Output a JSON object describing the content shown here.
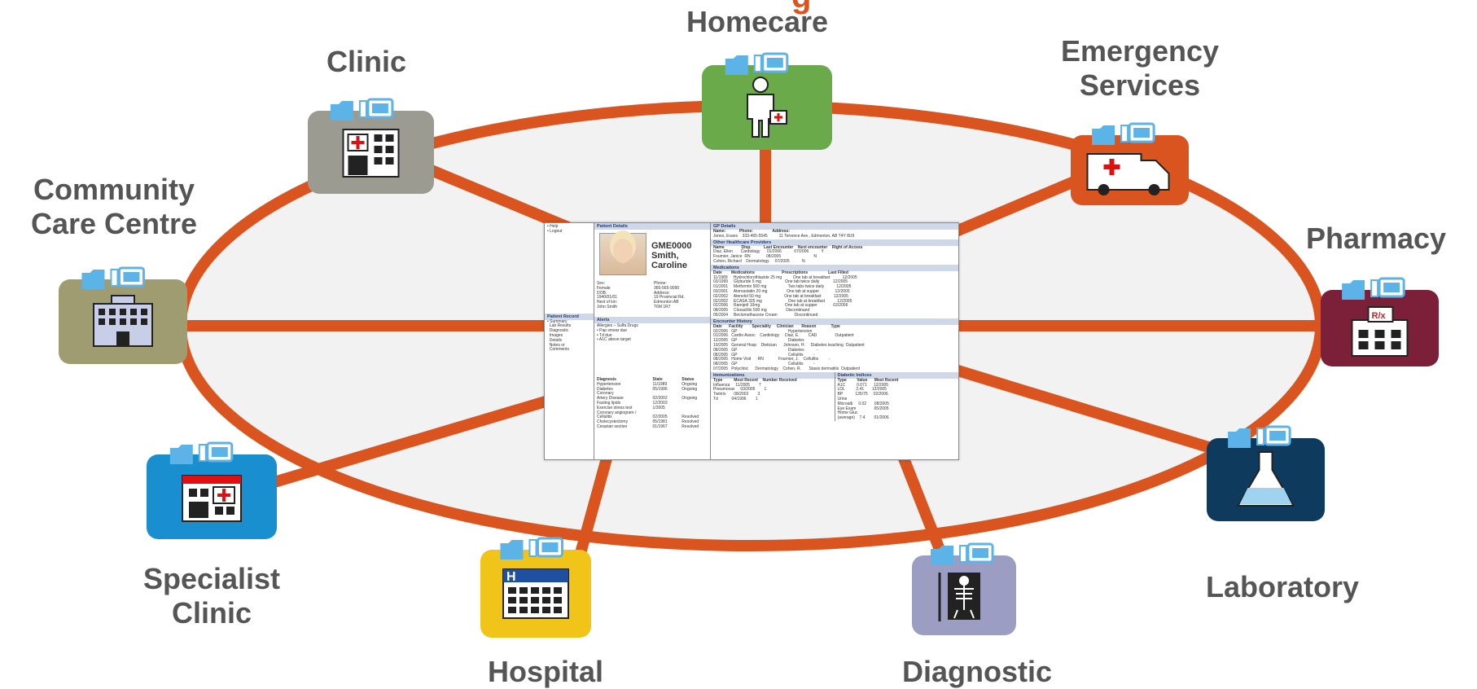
{
  "title_partial": "g",
  "nodes": [
    {
      "id": "homecare",
      "label": "Homecare",
      "color": "#6aaa4a",
      "icon": "homecare-nurse-icon"
    },
    {
      "id": "emergency",
      "label": "Emergency\nServices",
      "color": "#d9541e",
      "icon": "ambulance-icon"
    },
    {
      "id": "pharmacy",
      "label": "Pharmacy",
      "color": "#7b2038",
      "icon": "pharmacy-rx-icon"
    },
    {
      "id": "laboratory",
      "label": "Laboratory",
      "color": "#0e3a5e",
      "icon": "lab-flask-icon"
    },
    {
      "id": "diagnostic",
      "label": "Diagnostic",
      "color": "#9b9ec2",
      "icon": "xray-icon"
    },
    {
      "id": "hospital",
      "label": "Hospital",
      "color": "#f0c419",
      "icon": "hospital-building-icon"
    },
    {
      "id": "specialist",
      "label": "Specialist\nClinic",
      "color": "#1a8fd0",
      "icon": "specialist-clinic-icon"
    },
    {
      "id": "community",
      "label": "Community\nCare Centre",
      "color": "#a09c72",
      "icon": "community-centre-icon"
    },
    {
      "id": "clinic",
      "label": "Clinic",
      "color": "#9c9b92",
      "icon": "clinic-building-icon"
    }
  ],
  "colors": {
    "ring": "#d9541e",
    "ellipse_fill": "#f2f2f2",
    "folder": "#5bb3e8",
    "label": "#555555"
  },
  "ehr": {
    "nav_top": [
      "• Help",
      "• Logout"
    ],
    "patient_details_header": "Patient Details",
    "patient_id": "GME0000",
    "patient_name": "Smith,\nCaroline",
    "demographics": [
      "Sex:",
      "Female",
      "DOB:",
      "1940/01/01",
      "Next of kin:",
      "John Smith"
    ],
    "contact": [
      "Phone:",
      "365-565-9090",
      "Address:",
      "19 Provincial Rd.",
      "Edmonton AB",
      "T6M 1R7"
    ],
    "patient_record_header": "Patient Record",
    "record_nav": [
      "• Summary",
      "  Lab Results",
      "  Diagnostic",
      "  Images",
      "  Details",
      "  Notes or",
      "  Comments"
    ],
    "alerts_header": "Alerts",
    "alerts": [
      "Allergies – Sulfa Drugs",
      "• Pap smear due",
      "• Td due",
      "• A1C above target"
    ],
    "diagnosis_header": [
      "Diagnosis",
      "State",
      "Status"
    ],
    "diagnosis": [
      [
        "Hypertension",
        "11/1989",
        "Ongoing"
      ],
      [
        "Diabetes",
        "05/1996",
        "Ongoing"
      ],
      [
        "Coronary",
        "",
        ""
      ],
      [
        "Artery Disease",
        "02/2002",
        "Ongoing"
      ],
      [
        "Fasting lipids",
        "12/2003",
        ""
      ],
      [
        "Exercise stress test",
        "1/2005",
        ""
      ],
      [
        "Coronary angiogram /",
        "",
        ""
      ],
      [
        "Cellulitis",
        "02/2005",
        "Resolved"
      ],
      [
        "Cholecystectomy",
        "05/1981",
        "Resolved"
      ],
      [
        "Cesarian section",
        "01/1967",
        "Resolved"
      ]
    ],
    "gp_header": "GP Details",
    "gp": [
      "Name:            Phone:                 Address:",
      "Jones, Evans    333-465-5545          11 Terrence Ave., Edmonton, AB T4Y 8U9"
    ],
    "providers_header": "Other Healthcare Providers",
    "providers": [
      "Name               Disp.           Last Encounter    Next encounter    Right of Access",
      "Diaz, Ellen       Cardiology      01/2006           07/2006           Y",
      "Fournier, Janice  RN              08/2005                             N",
      "Cohen, Richard    Dermatology     07/2005           N"
    ],
    "medications_header": "Medications",
    "medications": [
      "Date        Medications                        Prescriptions                  Last Filled",
      "11/1989     Hydrochlorothiazide 25 mg          One tab at breakfast           12/2005",
      "03/1999     Glyburide 5 mg                     One tab twice daily            12/2005",
      "01/2001     Metformin 500 mg                   Two tabs twice daily           12/2005",
      "03/2001     Atorvastatin 20 mg                 One tab at supper              12/2005",
      "02/2002     Atenolol 50 mg                     One tab at breakfast           12/2005",
      "02/2002     ECASA 325 mg                       One tab at breakfast           12/2005",
      "02/2006     Ramipril 10mg                      One tab at supper              02/2006",
      "08/2005     Cloxacillin 500 mg                 Discontinued",
      "05/2004     Beclomethasone Cream               Discontinued"
    ],
    "encounter_header": "Encounter History",
    "encounters": [
      "Date      Facility        Speciality     Clinician       Reason             Type",
      "02/2006   GP                                             Hypertension",
      "01/2006   Cardio Assoc    Cardiology     Diaz, E.        CAD                Outpatient",
      "12/2005   GP                                             Diabetes",
      "10/2005   General Hosp    Dietician      Johnson, H.     Diabetes teaching  Outpatient",
      "08/2005   GP                                             Diabetes           -",
      "08/2005   GP                                             Cellulitis         -",
      "08/2005   Home Visit      RN             Fournier, J.    Cellulitis         -",
      "08/2005   GP                                             Cellulitis         -",
      "07/2005   Polyclinic      Dermatology    Cohen, R.       Stasis dermatitis  Outpatient"
    ],
    "immunizations_header": "Immunizations",
    "immunizations": [
      "Type          Most Recent    Number Received",
      "Influenza     11/2005        7",
      "Pneumovax     03/2005        1",
      "Twinrix       08/2002        3",
      "Td            04/1996        1"
    ],
    "diabetic_header": "Diabetic Indices",
    "diabetic": [
      "Type         Value      Most Recent",
      "A1C          0.071      12/2005",
      "LDL          2.41       12/2005",
      "BP           135/75     02/2006",
      "Urine",
      "Microalb     0.02       08/2005",
      "Eye Exam                05/2005",
      "Home Gluc",
      "(average)    7.4        01/2006"
    ]
  }
}
